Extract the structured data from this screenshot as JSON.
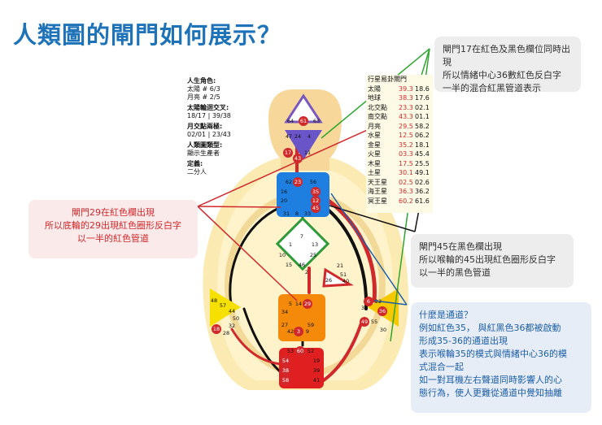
{
  "title": "人類圖的閘門如何展示？",
  "info": {
    "role_label": "人生角色:",
    "sun_line": "太陽 # 6/3",
    "moon_line": "月亮 # 2/5",
    "cross_label": "太陽輪迴交叉:",
    "cross_value": "18/17 | 39/38",
    "node_label": "月交點兩極:",
    "node_value": "02/01 | 23/43",
    "type_label": "人類圖類型:",
    "type_value": "顯示生產者",
    "definition_label": "定義:",
    "definition_value": "二分人"
  },
  "planets": {
    "header": "行星易卦閘門",
    "rows": [
      {
        "name": "太陽",
        "red": "39.3",
        "black": "18.6"
      },
      {
        "name": "地球",
        "red": "38.3",
        "black": "17.6"
      },
      {
        "name": "北交點",
        "red": "23.3",
        "black": "02.1"
      },
      {
        "name": "南交點",
        "red": "43.3",
        "black": "01.1"
      },
      {
        "name": "月亮",
        "red": "29.5",
        "black": "58.2"
      },
      {
        "name": "水星",
        "red": "12.5",
        "black": "06.2"
      },
      {
        "name": "金星",
        "red": "35.2",
        "black": "18.1"
      },
      {
        "name": "火星",
        "red": "03.3",
        "black": "45.4"
      },
      {
        "name": "木星",
        "red": "17.5",
        "black": "25.5"
      },
      {
        "name": "土星",
        "red": "30.1",
        "black": "49.1"
      },
      {
        "name": "天王星",
        "red": "02.5",
        "black": "02.6"
      },
      {
        "name": "海王星",
        "red": "36.3",
        "black": "36.2"
      },
      {
        "name": "冥王星",
        "red": "60.2",
        "black": "61.6"
      }
    ]
  },
  "notes": {
    "top_right": [
      "閘門17在紅色及黑色欄位同時出現",
      "所以情緒中心36數紅色反白字",
      "一半的混合紅黑管道表示"
    ],
    "left_red": [
      "閘門29在紅色欄出現",
      "所以底輪的29出現紅色圈形反白字",
      "以一半的紅色管道"
    ],
    "mid_right": [
      "閘門45在黑色欄出現",
      "所以喉輪的45出現紅色圈形反白字",
      "以一半的黑色管道"
    ],
    "bottom_right": [
      "什麼是通道？",
      "例如紅色35， 與紅黑色36都被啟動",
      "形成35-36的通道出現",
      "表示喉輪35的模式與情緒中心36的模",
      "式混合一起",
      "如一對耳機左右聲道同時影響人的心",
      "態行為，使人更難從通道中覺知抽離"
    ]
  },
  "gates": {
    "head": [
      "64",
      "61",
      "63"
    ],
    "ajna": [
      "47",
      "24",
      "4",
      "17",
      "11",
      "43"
    ],
    "throat": [
      "62",
      "23",
      "56",
      "16",
      "35",
      "20",
      "12",
      "45",
      "31",
      "8",
      "33"
    ],
    "g": [
      "7",
      "1",
      "13",
      "10",
      "25",
      "15",
      "46",
      "2"
    ],
    "heart": [
      "21",
      "51",
      "26",
      "40"
    ],
    "spleen": [
      "48",
      "57",
      "44",
      "50",
      "32",
      "28",
      "18"
    ],
    "sacral": [
      "5",
      "14",
      "29",
      "34",
      "27",
      "59",
      "42",
      "3",
      "9"
    ],
    "solar": [
      "6",
      "37",
      "22",
      "36",
      "49",
      "55",
      "30"
    ],
    "root": [
      "53",
      "60",
      "52",
      "54",
      "19",
      "38",
      "39",
      "58",
      "41"
    ]
  },
  "colors": {
    "title": "#1d72b8",
    "red": "#d0292c",
    "green": "#2fa52f",
    "throat": "#1f7fe0",
    "ajna": "#6a55c8",
    "g": "#2e9a3a",
    "sacral": "#f58a0a",
    "root": "#e02020",
    "spleen": "#f5e000",
    "solar": "#f5c800"
  }
}
